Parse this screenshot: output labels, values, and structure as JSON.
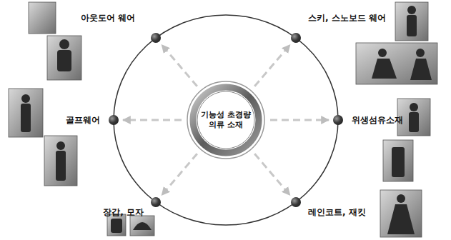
{
  "diagram": {
    "nodes": [
      {
        "text": [
          "기능성 초경량 의류 소재"
        ]
      },
      {
        "text": [
          "아웃도어 웨어"
        ]
      },
      {
        "text": [
          "스키, 스노보드 웨어"
        ]
      },
      {
        "text": [
          "골프웨어"
        ]
      },
      {
        "text": [
          "위생섬유소재"
        ]
      },
      {
        "text": [
          "장갑, 모자"
        ]
      },
      {
        "text": [
          "레인코트, 재킷"
        ]
      }
    ],
    "edges": [
      {
        "from": 0,
        "to": 1,
        "arrow": "to"
      },
      {
        "from": 0,
        "to": 2,
        "arrow": "to"
      },
      {
        "from": 0,
        "to": 3,
        "arrow": "to"
      },
      {
        "from": 0,
        "to": 4,
        "arrow": "to"
      },
      {
        "from": 0,
        "to": 5,
        "arrow": "to"
      },
      {
        "from": 0,
        "to": 6,
        "arrow": "to"
      }
    ]
  }
}
